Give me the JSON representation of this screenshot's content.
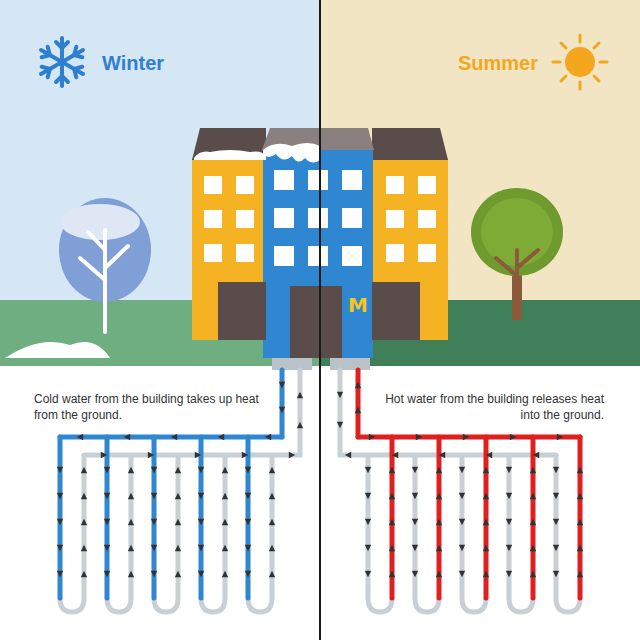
{
  "diagram": {
    "labels": [
      "Winter",
      "Summer",
      "Cold water from the building takes up heat from the ground.",
      "Hot water from the building releases heat into the ground.",
      "M"
    ]
  }
}
